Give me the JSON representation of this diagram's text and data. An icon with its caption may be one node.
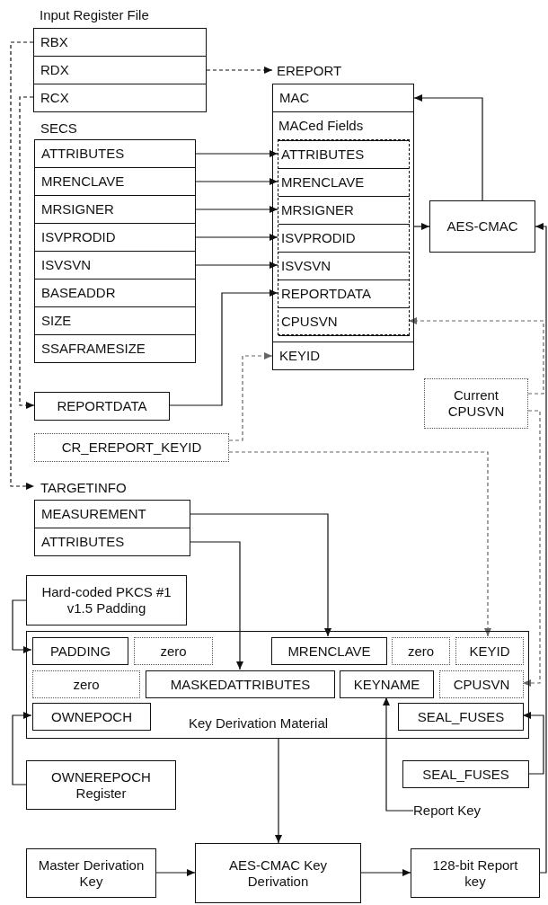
{
  "diagram": {
    "nodes": [
      {
        "text": [
          "Input Register File"
        ]
      },
      {
        "text": [
          "RBX"
        ],
        "in": 0
      },
      {
        "text": [
          "RDX"
        ],
        "in": 0
      },
      {
        "text": [
          "RCX"
        ],
        "in": 0
      },
      {
        "text": [
          "SECS"
        ]
      },
      {
        "text": [
          "ATTRIBUTES"
        ],
        "in": 4
      },
      {
        "text": [
          "MRENCLAVE"
        ],
        "in": 4
      },
      {
        "text": [
          "MRSIGNER"
        ],
        "in": 4
      },
      {
        "text": [
          "ISVPRODID"
        ],
        "in": 4
      },
      {
        "text": [
          "ISVSVN"
        ],
        "in": 4
      },
      {
        "text": [
          "BASEADDR"
        ],
        "in": 4
      },
      {
        "text": [
          "SIZE"
        ],
        "in": 4
      },
      {
        "text": [
          "SSAFRAMESIZE"
        ],
        "in": 4
      },
      {
        "text": [
          "EREPORT"
        ]
      },
      {
        "text": [
          "MAC"
        ],
        "in": 13
      },
      {
        "text": [
          "MACed Fields"
        ],
        "in": 13
      },
      {
        "text": [
          "ATTRIBUTES"
        ],
        "in": 15
      },
      {
        "text": [
          "MRENCLAVE"
        ],
        "in": 15
      },
      {
        "text": [
          "MRSIGNER"
        ],
        "in": 15
      },
      {
        "text": [
          "ISVPRODID"
        ],
        "in": 15
      },
      {
        "text": [
          "ISVSVN"
        ],
        "in": 15
      },
      {
        "text": [
          "REPORTDATA"
        ],
        "in": 15
      },
      {
        "text": [
          "CPUSVN"
        ],
        "in": 15
      },
      {
        "text": [
          "KEYID"
        ],
        "in": 13
      },
      {
        "text": [
          "AES-CMAC"
        ]
      },
      {
        "text": [
          "REPORTDATA"
        ]
      },
      {
        "text": [
          "CR_EREPORT_KEYID"
        ]
      },
      {
        "text": [
          "Current CPUSVN"
        ]
      },
      {
        "text": [
          "TARGETINFO"
        ]
      },
      {
        "text": [
          "MEASUREMENT"
        ],
        "in": 28
      },
      {
        "text": [
          "ATTRIBUTES"
        ],
        "in": 28
      },
      {
        "text": [
          "Hard-coded PKCS #1 v1.5 Padding"
        ]
      },
      {
        "text": [
          "Key Derivation Material"
        ]
      },
      {
        "text": [
          "PADDING"
        ],
        "in": 32
      },
      {
        "text": [
          "zero"
        ],
        "in": 32
      },
      {
        "text": [
          "MRENCLAVE"
        ],
        "in": 32
      },
      {
        "text": [
          "zero"
        ],
        "in": 32
      },
      {
        "text": [
          "KEYID"
        ],
        "in": 32
      },
      {
        "text": [
          "zero"
        ],
        "in": 32
      },
      {
        "text": [
          "MASKEDATTRIBUTES"
        ],
        "in": 32
      },
      {
        "text": [
          "KEYNAME"
        ],
        "in": 32
      },
      {
        "text": [
          "CPUSVN"
        ],
        "in": 32
      },
      {
        "text": [
          "OWNEPOCH"
        ],
        "in": 32
      },
      {
        "text": [
          "SEAL_FUSES"
        ],
        "in": 32
      },
      {
        "text": [
          "OWNEREPOCH Register"
        ]
      },
      {
        "text": [
          "SEAL_FUSES"
        ]
      },
      {
        "text": [
          "Report Key"
        ]
      },
      {
        "text": [
          "Master Derivation Key"
        ]
      },
      {
        "text": [
          "AES-CMAC Key Derivation"
        ]
      },
      {
        "text": [
          "128-bit Report key"
        ]
      }
    ],
    "edges": [
      {
        "from": 1,
        "to": 28,
        "arrow": "to",
        "style": "dashed"
      },
      {
        "from": 3,
        "to": 25,
        "arrow": "to",
        "style": "dashed"
      },
      {
        "from": 2,
        "to": 13,
        "arrow": "to",
        "style": "dashed"
      },
      {
        "from": 5,
        "to": 16,
        "arrow": "to"
      },
      {
        "from": 6,
        "to": 17,
        "arrow": "to"
      },
      {
        "from": 7,
        "to": 18,
        "arrow": "to"
      },
      {
        "from": 8,
        "to": 19,
        "arrow": "to"
      },
      {
        "from": 9,
        "to": 20,
        "arrow": "to"
      },
      {
        "from": 25,
        "to": 21,
        "arrow": "to"
      },
      {
        "from": 26,
        "to": 23,
        "arrow": "to",
        "style": "dashed",
        "color": "#666666"
      },
      {
        "from": 26,
        "to": 37,
        "arrow": "to",
        "style": "dashed",
        "color": "#666666"
      },
      {
        "from": 27,
        "to": 22,
        "arrow": "to",
        "style": "dashed",
        "color": "#666666"
      },
      {
        "from": 27,
        "to": 41,
        "arrow": "to",
        "style": "dashed",
        "color": "#666666"
      },
      {
        "from": 15,
        "to": 24,
        "arrow": "to"
      },
      {
        "from": 24,
        "to": 14,
        "arrow": "to"
      },
      {
        "from": 49,
        "to": 24,
        "arrow": "to"
      },
      {
        "from": 29,
        "to": 35,
        "arrow": "to"
      },
      {
        "from": 30,
        "to": 39,
        "arrow": "to"
      },
      {
        "from": 31,
        "to": 33,
        "arrow": "to"
      },
      {
        "from": 44,
        "to": 42,
        "arrow": "to"
      },
      {
        "from": 45,
        "to": 43,
        "arrow": "to"
      },
      {
        "from": 46,
        "to": 40,
        "arrow": "to"
      },
      {
        "from": 32,
        "to": 48,
        "arrow": "to"
      },
      {
        "from": 47,
        "to": 48,
        "arrow": "to"
      },
      {
        "from": 48,
        "to": 49,
        "arrow": "to"
      }
    ]
  }
}
